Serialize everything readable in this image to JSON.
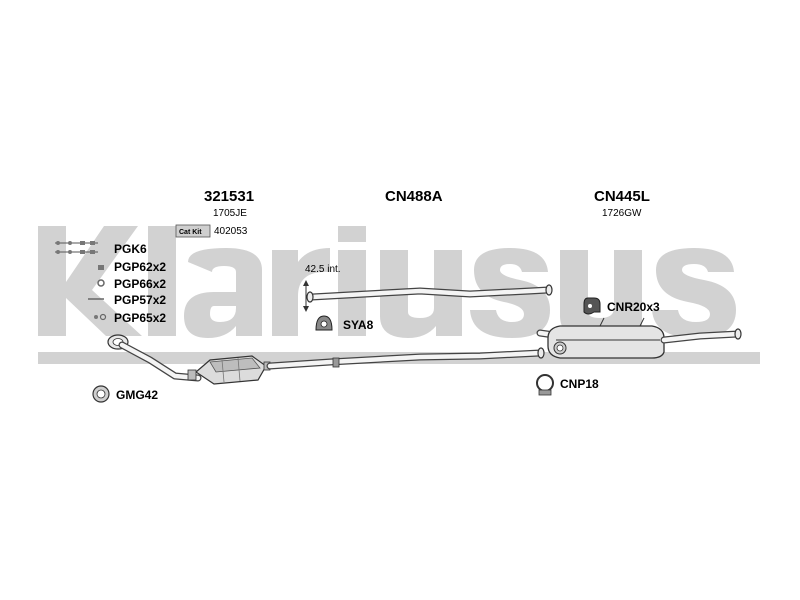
{
  "watermark": {
    "text": "Klarius",
    "color": "#cfcfcf"
  },
  "parts": {
    "catalytic_converter": {
      "number": "321531",
      "sub_number": "1705JE"
    },
    "front_pipe": {
      "number": "CN488A"
    },
    "rear_silencer": {
      "number": "CN445L",
      "sub_number": "1726GW"
    }
  },
  "cat_kit": {
    "badge": "Cat Kit",
    "number": "402053"
  },
  "kit_items": [
    {
      "label": "PGK6"
    },
    {
      "label": "PGP62x2"
    },
    {
      "label": "PGP66x2"
    },
    {
      "label": "PGP57x2"
    },
    {
      "label": "PGP65x2"
    }
  ],
  "fittings": {
    "gasket": {
      "label": "GMG42"
    },
    "mounting_rubber": {
      "label": "SYA8"
    },
    "rubber_hanger": {
      "label": "CNR20x3"
    },
    "clamp": {
      "label": "CNP18"
    }
  },
  "dimension": {
    "label": "42.5 int."
  }
}
